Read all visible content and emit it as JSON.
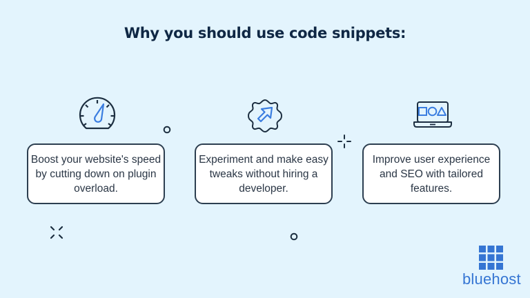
{
  "title": "Why you should use code snippets:",
  "cards": [
    {
      "icon": "speedometer-icon",
      "text": "Boost your website's speed by cutting down on plugin overload."
    },
    {
      "icon": "gear-arrow-icon",
      "text": "Experiment and make easy tweaks without hiring a developer."
    },
    {
      "icon": "laptop-shapes-icon",
      "text": "Improve user experience and SEO with tailored features."
    }
  ],
  "brand": {
    "name": "bluehost",
    "color": "#3575d3"
  },
  "colors": {
    "background": "#e3f4fd",
    "dark": "#1c2e40",
    "accent": "#3a7de0"
  }
}
